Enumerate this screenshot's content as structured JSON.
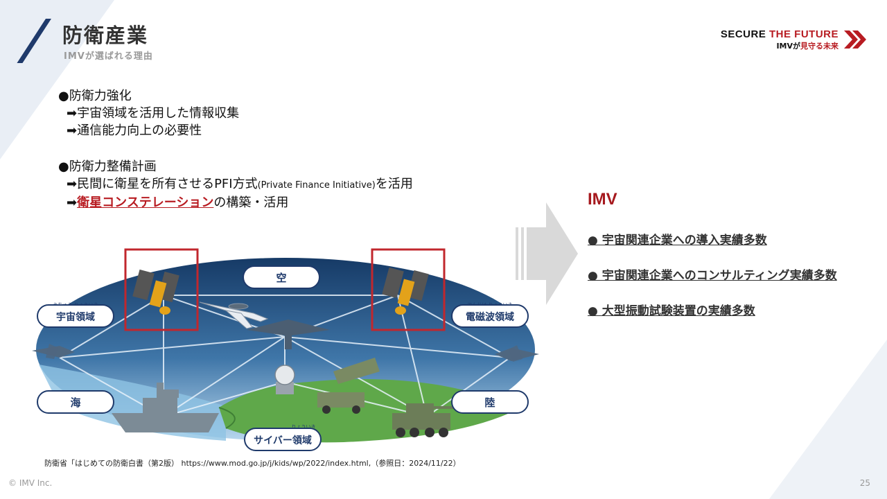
{
  "header": {
    "title": "防衛産業",
    "subtitle": "IMVが選ばれる理由"
  },
  "logo": {
    "line1_a": "SECURE ",
    "line1_b": "THE FUTURE",
    "line2_a": "IMVが",
    "line2_b": "見守る未来"
  },
  "bullets": {
    "b1_head": "●防衛力強化",
    "b1_sub1": "➡宇宙領域を活用した情報収集",
    "b1_sub2": "➡通信能力向上の必要性",
    "b2_head": "●防衛力整備計画",
    "b2_sub1_a": "➡民間に衛星を所有させるPFI方式",
    "b2_sub1_small": "(Private Finance Initiative)",
    "b2_sub1_b": "を活用",
    "b2_sub2_arrow": "➡",
    "b2_sub2_hl": "衛星コンステレーション",
    "b2_sub2_b": "の構築・活用"
  },
  "figure": {
    "label_sky": "空",
    "label_space": "宇宙領域",
    "label_space_ruby": "うちゅう りょういき",
    "label_em": "電磁波領域",
    "label_em_ruby": "でんじは りょういき",
    "label_sea": "海",
    "label_land": "陸",
    "label_cyber": "サイバー領域",
    "label_cyber_ruby": "りょういき"
  },
  "caption": "防衛省「はじめての防衛白書（第2版） https://www.mod.go.jp/j/kids/wp/2022/index.html,（参照日：2024/11/22）",
  "imv": {
    "title": "IMV",
    "items": [
      "●  宇宙関連企業への導入実績多数",
      "●  宇宙関連企業へのコンサルティング実績多数",
      "●  大型振動試験装置の実績多数"
    ]
  },
  "footer": {
    "copyright": "© IMV Inc.",
    "page": "25"
  },
  "colors": {
    "accent_red": "#a6191e",
    "navy": "#1f3a6b",
    "brand_red": "#b81c22"
  }
}
